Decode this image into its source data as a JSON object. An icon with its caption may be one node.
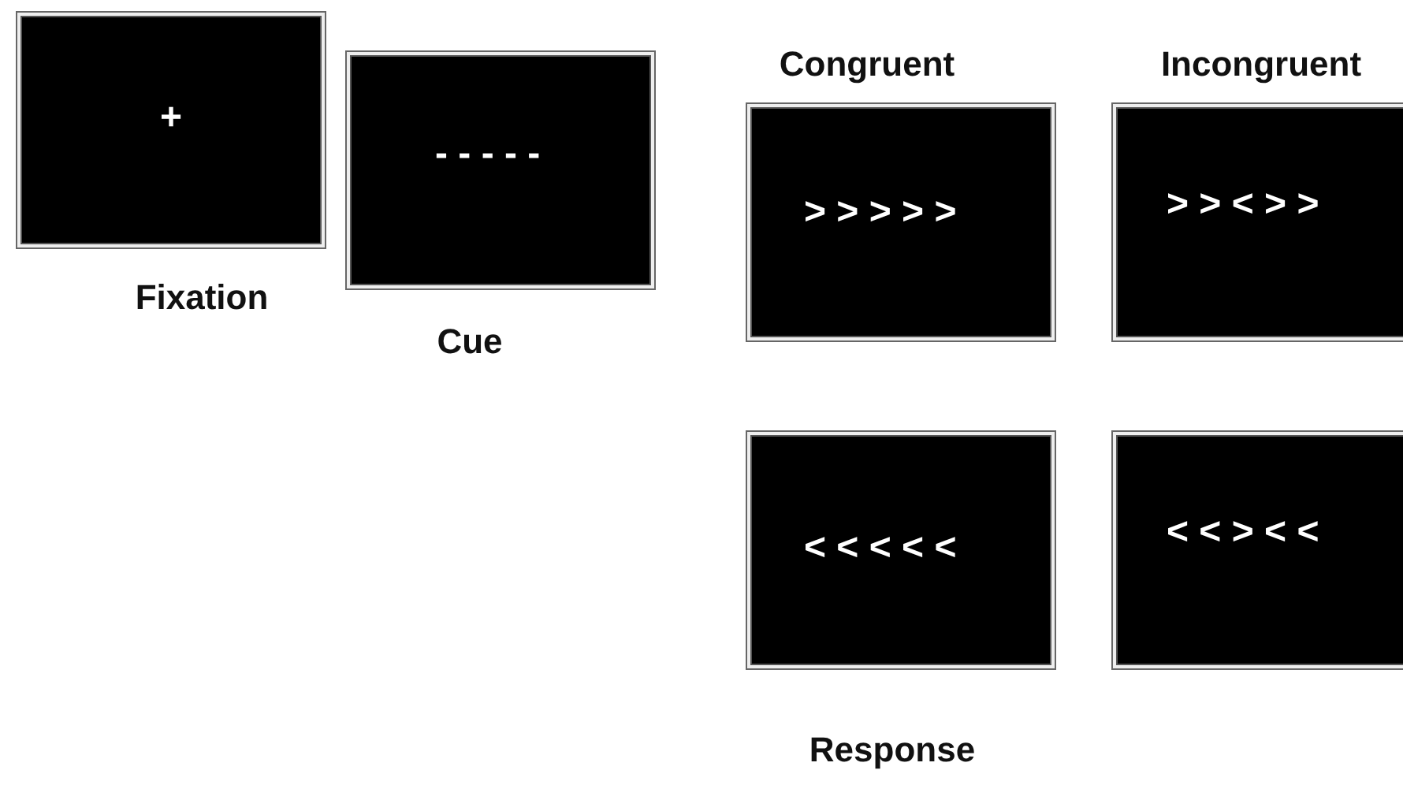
{
  "diagram": {
    "nodes": [
      {
        "text": [
          "+"
        ],
        "beside": [
          "Fixation"
        ]
      },
      {
        "text": [
          "- - - - -"
        ],
        "beside": [
          "Cue"
        ]
      },
      {
        "text": [
          "> > > > >"
        ]
      },
      {
        "text": [
          "> > < > >"
        ]
      },
      {
        "text": [
          "< < < < <"
        ]
      },
      {
        "text": [
          "< < > < <"
        ]
      }
    ],
    "labels": [
      "Congruent",
      "Incongruent",
      "Response"
    ]
  }
}
